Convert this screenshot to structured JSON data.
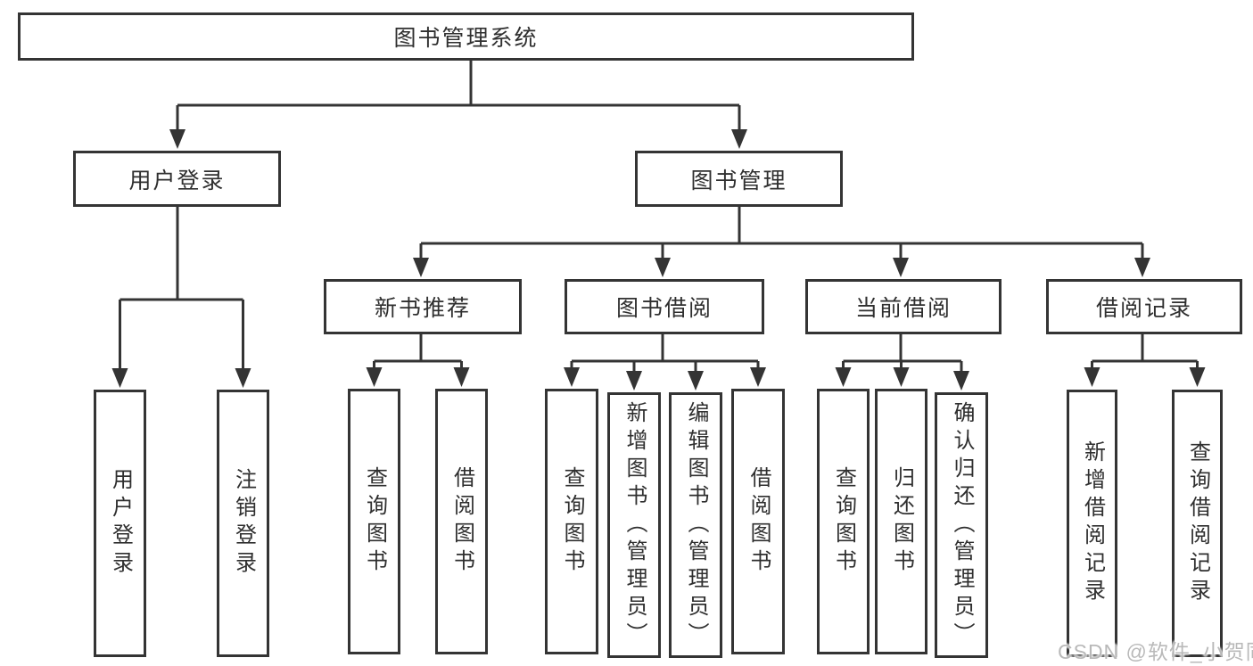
{
  "tree": {
    "root": {
      "label": "图书管理系统"
    },
    "branches": [
      {
        "label": "用户登录",
        "children": [
          {
            "label": "用户登录"
          },
          {
            "label": "注销登录"
          }
        ]
      },
      {
        "label": "图书管理",
        "children": [
          {
            "label": "新书推荐",
            "children": [
              {
                "label": "查询图书"
              },
              {
                "label": "借阅图书"
              }
            ]
          },
          {
            "label": "图书借阅",
            "children": [
              {
                "label": "查询图书"
              },
              {
                "label": "新增图书（管理员）"
              },
              {
                "label": "编辑图书（管理员）"
              },
              {
                "label": "借阅图书"
              }
            ]
          },
          {
            "label": "当前借阅",
            "children": [
              {
                "label": "查询图书"
              },
              {
                "label": "归还图书"
              },
              {
                "label": "确认归还（管理员）"
              }
            ]
          },
          {
            "label": "借阅记录",
            "children": [
              {
                "label": "新增借阅记录"
              },
              {
                "label": "查询借阅记录"
              }
            ]
          }
        ]
      }
    ]
  },
  "watermark": {
    "text": "CSDN @软件_小贺同学"
  },
  "colors": {
    "line": "#343434",
    "box_border": "#343434",
    "text": "#2f2f2f",
    "background": "#ffffff",
    "watermark": "#b9b9b9"
  }
}
